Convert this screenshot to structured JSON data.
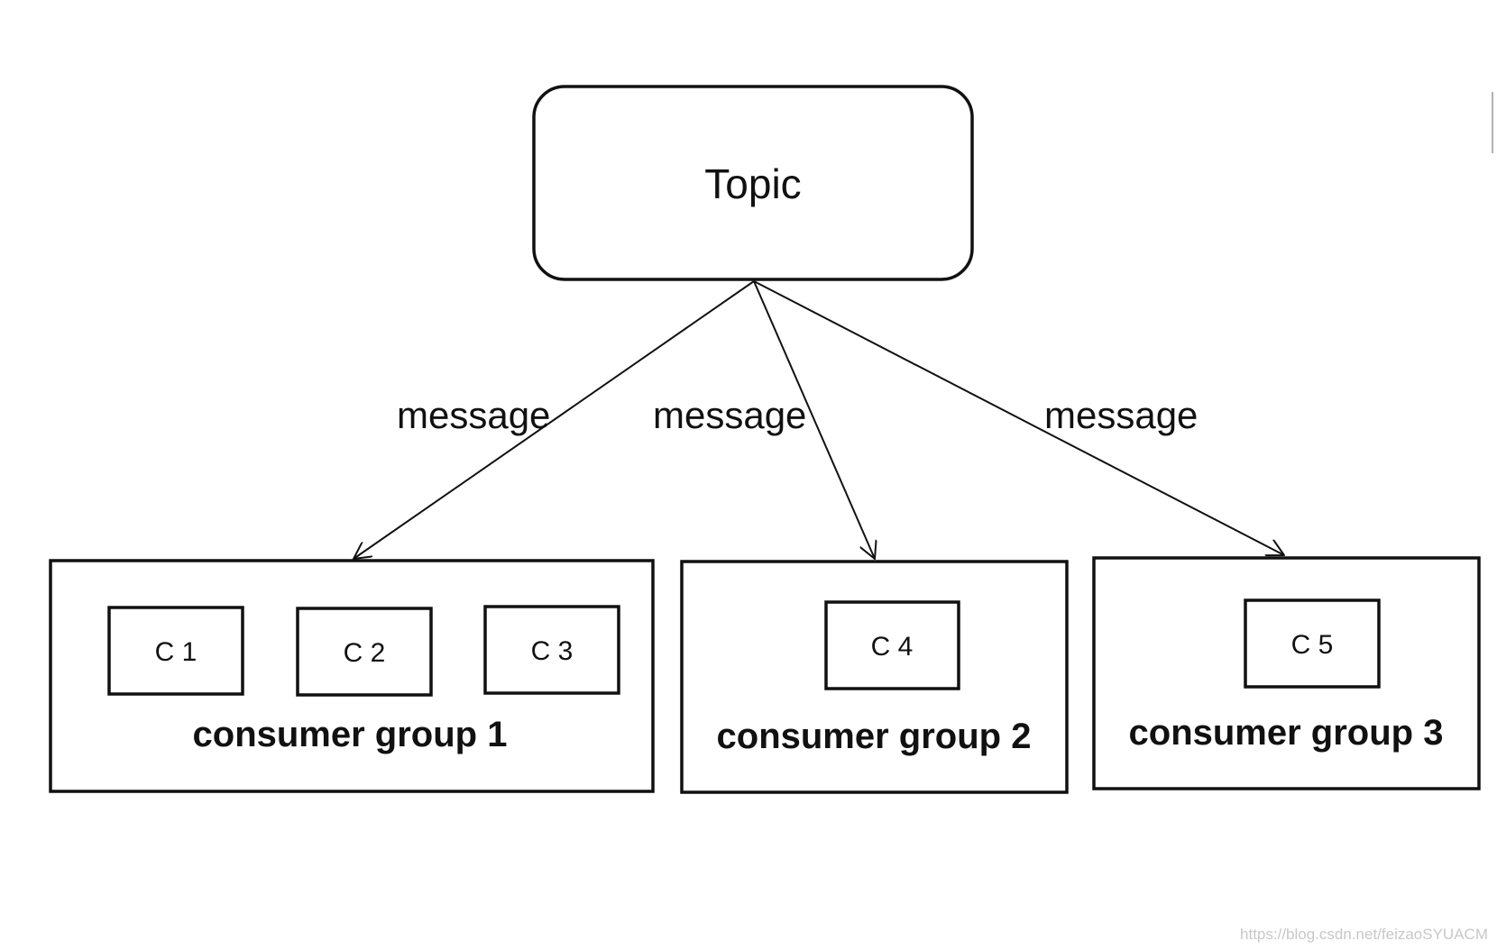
{
  "diagram": {
    "topic": {
      "label": "Topic"
    },
    "edges": [
      {
        "label": "message",
        "to": "group1"
      },
      {
        "label": "message",
        "to": "group2"
      },
      {
        "label": "message",
        "to": "group3"
      }
    ],
    "groups": [
      {
        "id": "group1",
        "label": "consumer group 1",
        "consumers": [
          "C 1",
          "C 2",
          "C 3"
        ]
      },
      {
        "id": "group2",
        "label": "consumer group 2",
        "consumers": [
          "C 4"
        ]
      },
      {
        "id": "group3",
        "label": "consumer group 3",
        "consumers": [
          "C 5"
        ]
      }
    ]
  },
  "watermark": "https://blog.csdn.net/feizaoSYUACM"
}
